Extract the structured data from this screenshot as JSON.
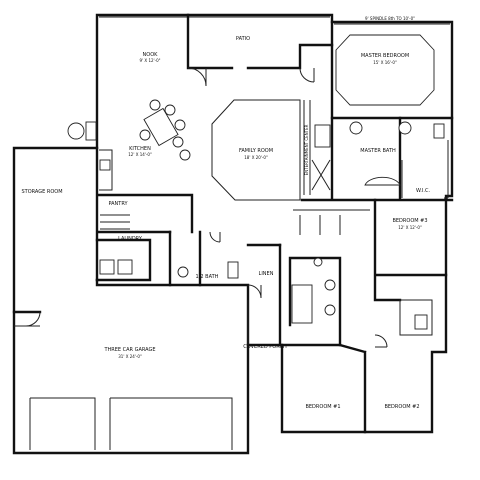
{
  "rooms": [
    {
      "id": "nook",
      "name": "NOOK",
      "dims": "9' X 12'-0\""
    },
    {
      "id": "patio",
      "name": "PATIO",
      "dims": ""
    },
    {
      "id": "master-bedroom",
      "name": "MASTER BEDROOM",
      "dims": "15' X 16'-0\""
    },
    {
      "id": "kitchen",
      "name": "KITCHEN",
      "dims": "12' X 14'-0\""
    },
    {
      "id": "family-room",
      "name": "FAMILY ROOM",
      "dims": "18' X 20'-0\""
    },
    {
      "id": "master-bath",
      "name": "MASTER BATH",
      "dims": ""
    },
    {
      "id": "wic",
      "name": "W.I.C.",
      "dims": ""
    },
    {
      "id": "storage-room",
      "name": "STORAGE ROOM",
      "dims": ""
    },
    {
      "id": "pantry",
      "name": "PANTRY",
      "dims": ""
    },
    {
      "id": "laundry",
      "name": "LAUNDRY",
      "dims": ""
    },
    {
      "id": "half-bath",
      "name": "1/2 BATH",
      "dims": ""
    },
    {
      "id": "linen",
      "name": "LINEN",
      "dims": ""
    },
    {
      "id": "bedroom-3",
      "name": "BEDROOM #3",
      "dims": "12' X 12'-0\""
    },
    {
      "id": "three-car-garage",
      "name": "THREE CAR GARAGE",
      "dims": "31' X 24'-0\""
    },
    {
      "id": "covered-porch",
      "name": "COVERED PORCH",
      "dims": ""
    },
    {
      "id": "bedroom-1",
      "name": "BEDROOM #1",
      "dims": ""
    },
    {
      "id": "bedroom-2",
      "name": "BEDROOM #2",
      "dims": ""
    }
  ],
  "notes": {
    "top_right": "9' SPINDLE 8th TO 10'-0\"",
    "entertainment_center": "ENTERTAINMENT CENTER"
  }
}
